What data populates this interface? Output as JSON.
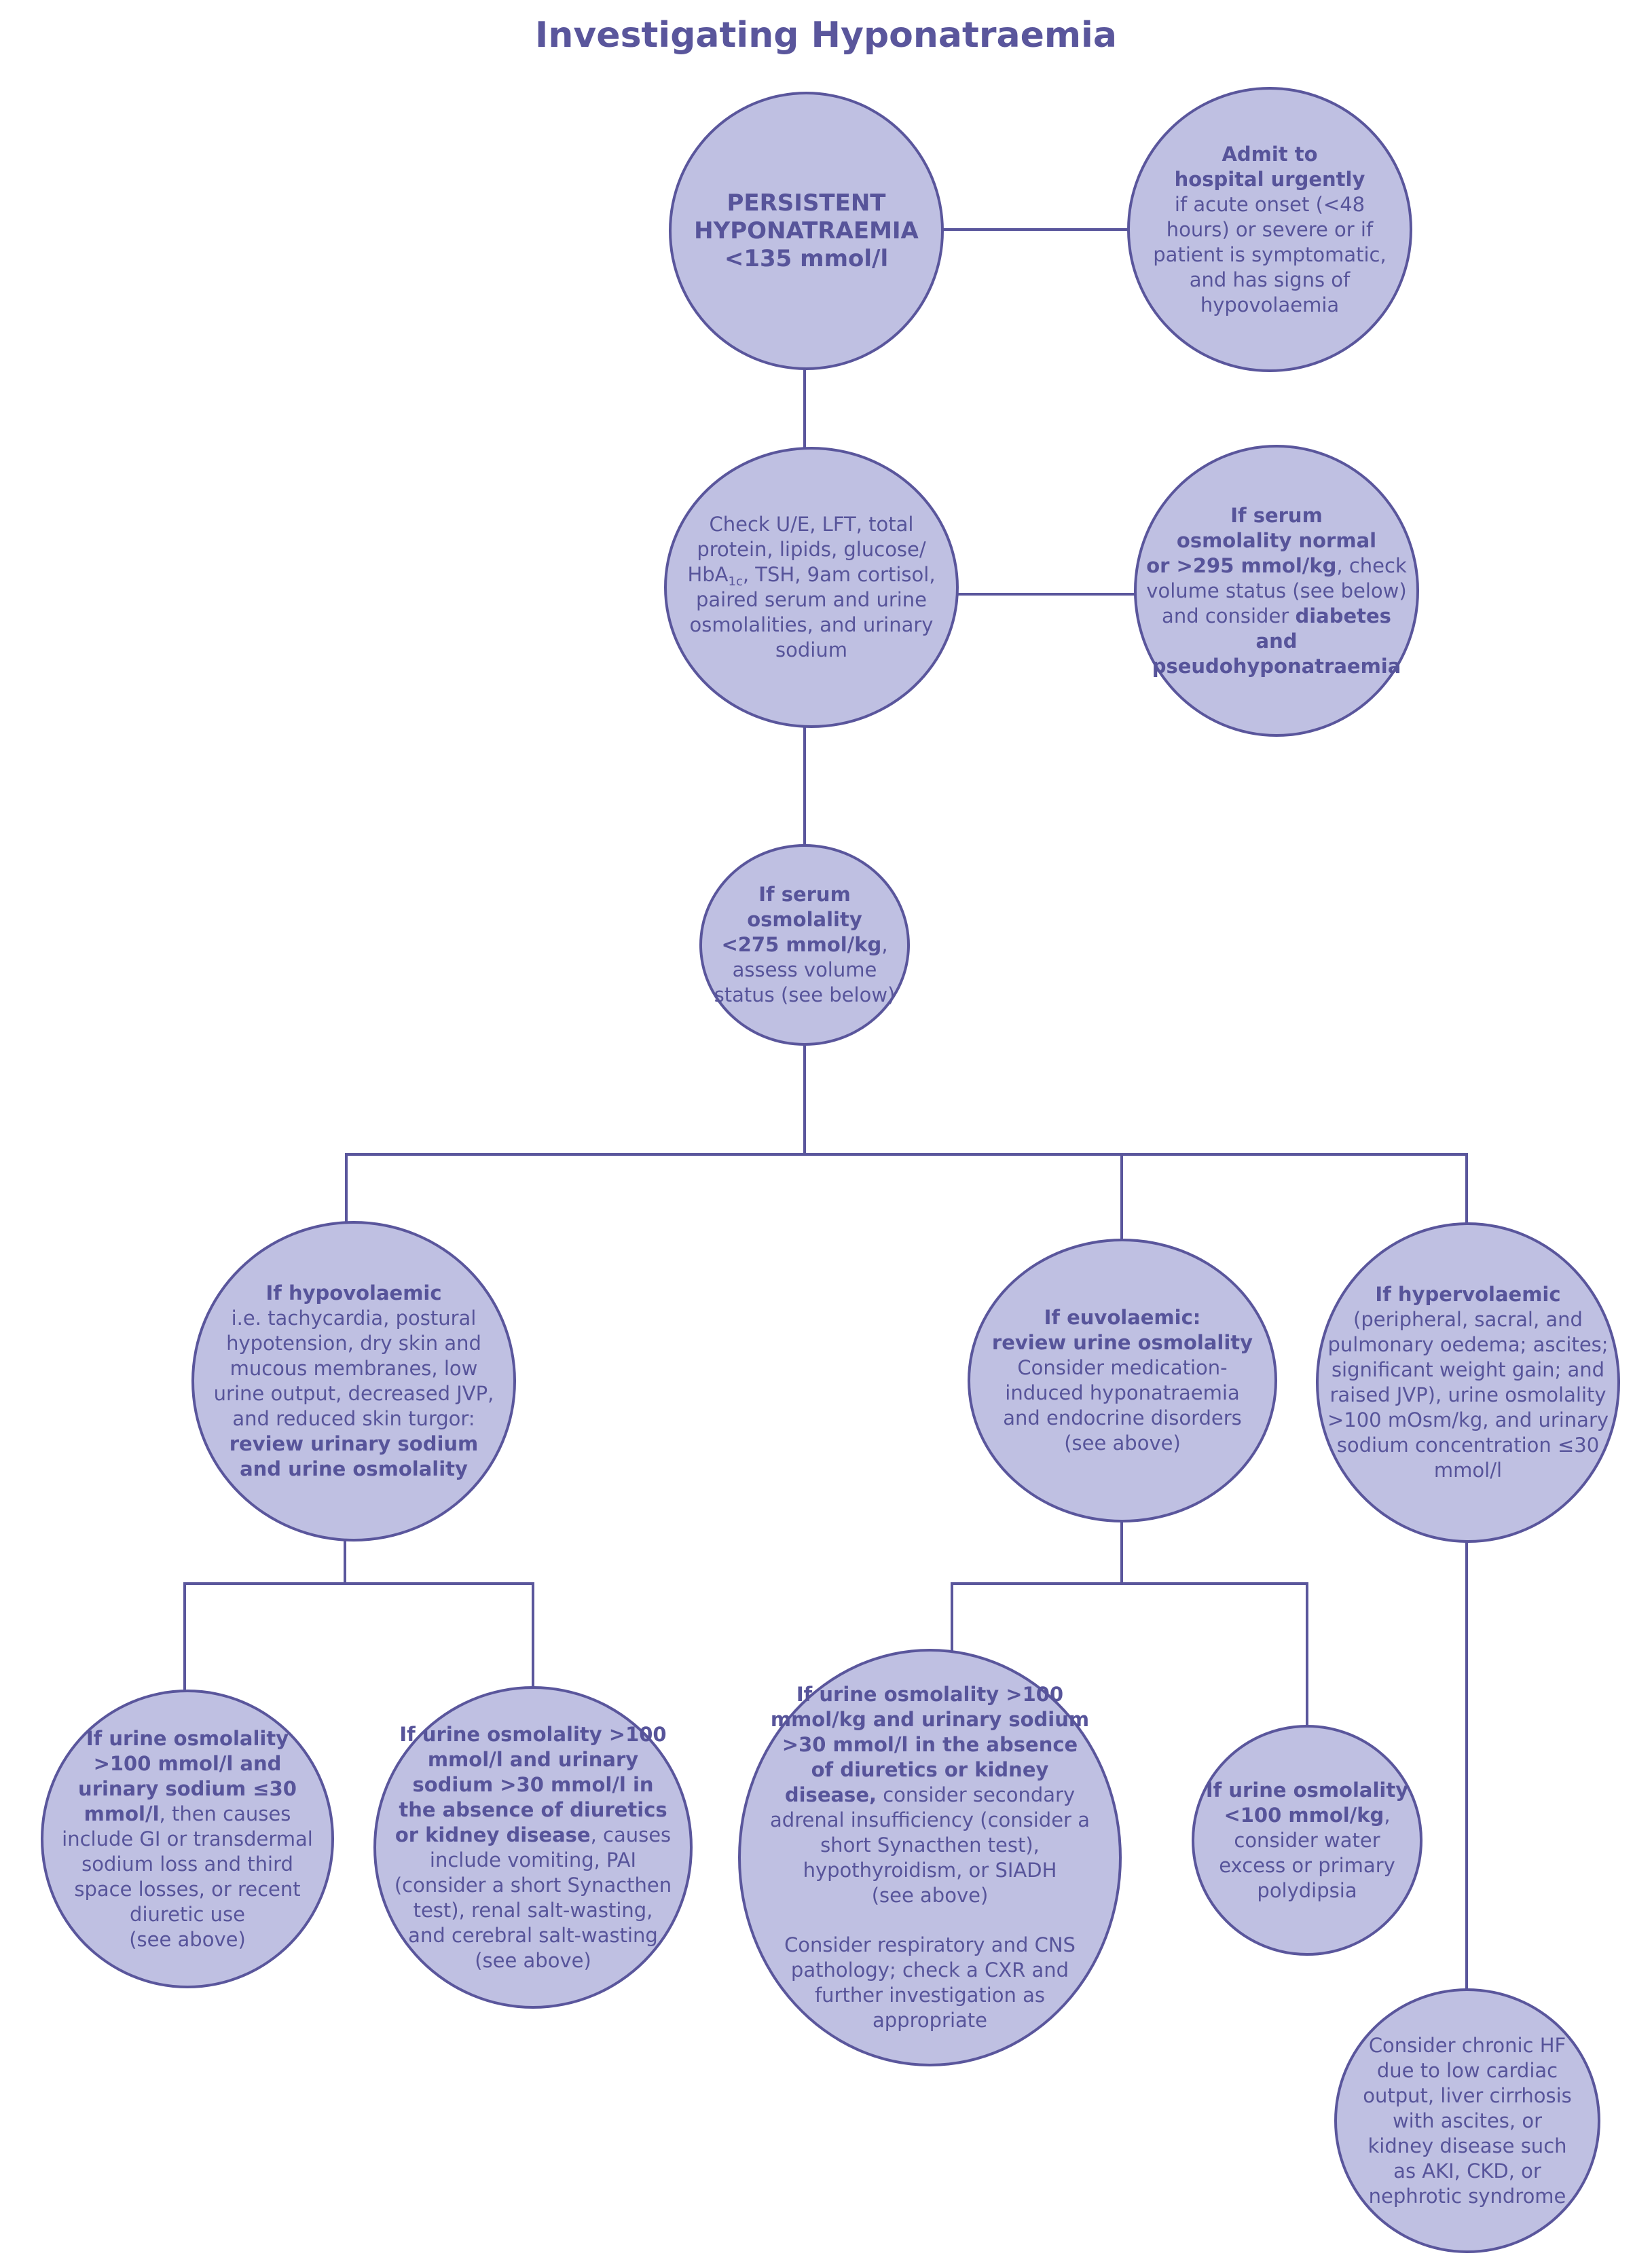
{
  "title": "Investigating Hyponatraemia",
  "colors": {
    "fill": "#bfc0e2",
    "stroke": "#5a569c",
    "text": "#57549a"
  },
  "nodes": {
    "persistent": {
      "l1": "PERSISTENT",
      "l2": "HYPONATRAEMIA",
      "l3": "<135 mmol/l"
    },
    "admit": {
      "b1": "Admit to",
      "b2": "hospital urgently",
      "t": "if acute onset (<48 hours) or severe or if patient is symptomatic, and has signs of hypovolaemia"
    },
    "check": {
      "t1": "Check U/E, LFT, total protein, lipids, glucose/ HbA",
      "sub": "1c",
      "t2": ", TSH, 9am cortisol, paired serum and urine osmolalities, and urinary sodium"
    },
    "serum_normal": {
      "b1": "If serum",
      "b2": "osmolality normal",
      "b3": "or >295 mmol/kg",
      "t1": ", check volume status (see below) and consider ",
      "b4": "diabetes and",
      "b5": "pseudohyponatraemia"
    },
    "serum_low": {
      "b1": "If serum",
      "b2": "osmolality",
      "b3": "<275 mmol/kg",
      "t": ", assess volume status (see below)"
    },
    "hypovolaemic": {
      "b1": "If hypovolaemic",
      "t": "i.e. tachycardia, postural hypotension, dry skin and mucous membranes, low urine output, decreased JVP, and reduced skin turgor: ",
      "b2": "review urinary sodium and urine osmolality"
    },
    "euvolaemic": {
      "b1": "If euvolaemic:",
      "b2": "review urine osmolality",
      "t": "Consider medication-induced hyponatraemia and endocrine disorders (see above)"
    },
    "hypervolaemic": {
      "b1": "If hypervolaemic",
      "t": "(peripheral, sacral, and pulmonary oedema; ascites; significant weight gain; and raised JVP), urine osmolality >100 mOsm/kg, and urinary sodium concentration ≤30 mmol/l"
    },
    "hypo_low_na": {
      "b": "If urine osmolality >100 mmol/l and urinary sodium ≤30 mmol/l",
      "t1": ", then causes include GI or transdermal sodium loss and third space losses, or recent diuretic use",
      "t2": "(see above)"
    },
    "hypo_high_na": {
      "b": "If urine osmolality >100 mmol/l and urinary sodium >30 mmol/l in the absence of diuretics or kidney disease",
      "t1": ", causes include vomiting, PAI (consider a short Synacthen test), renal salt-wasting, and cerebral salt-wasting",
      "t2": "(see above)"
    },
    "eu_high": {
      "b": "If urine osmolality >100 mmol/kg and urinary sodium >30 mmol/l in the absence of diuretics or kidney disease,",
      "t1": " consider secondary adrenal insufficiency (consider a short Synacthen test), hypothyroidism, or SIADH",
      "t2": "(see above)",
      "t3": "Consider respiratory and CNS pathology; check a CXR and further investigation as appropriate"
    },
    "eu_low": {
      "b": "If urine osmolality <100 mmol/kg",
      "t": ", consider water excess or primary polydipsia"
    },
    "chronic": {
      "t": "Consider chronic HF due to low cardiac output, liver cirrhosis with ascites, or kidney disease such as AKI, CKD, or nephrotic syndrome"
    }
  }
}
